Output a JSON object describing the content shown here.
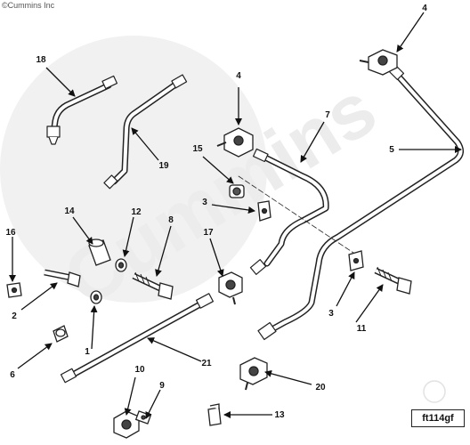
{
  "copyright": "©Cummins Inc",
  "watermark": "Cummins",
  "figure_code": "ft114gf",
  "callouts": {
    "c1": "1",
    "c2": "2",
    "c3a": "3",
    "c3b": "3",
    "c4a": "4",
    "c4b": "4",
    "c5": "5",
    "c6": "6",
    "c7": "7",
    "c8": "8",
    "c9": "9",
    "c10": "10",
    "c11": "11",
    "c12": "12",
    "c13": "13",
    "c14": "14",
    "c15": "15",
    "c16": "16",
    "c17": "17",
    "c18": "18",
    "c19": "19",
    "c20": "20",
    "c21": "21"
  }
}
